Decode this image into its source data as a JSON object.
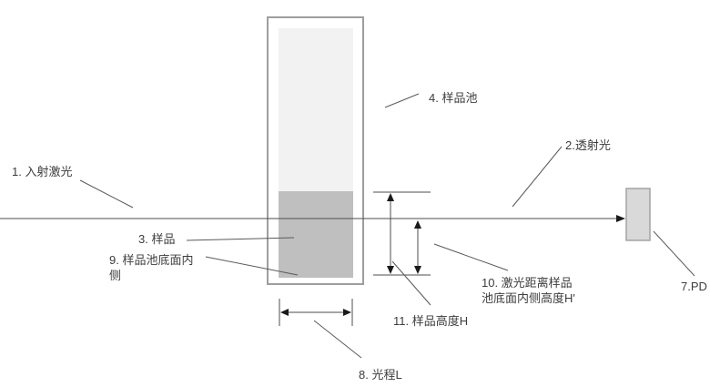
{
  "diagram": {
    "description_labels": {
      "incident_laser": "1. 入射激光",
      "transmitted_light": "2.透射光",
      "sample": "3. 样品",
      "sample_cell": "4. 样品池",
      "pd": "7.PD",
      "optical_path": "8. 光程L",
      "cell_bottom_inner_line1": "9. 样品池底面内",
      "cell_bottom_inner_line2": "侧",
      "laser_height_line1": "10. 激光距离样品",
      "laser_height_line2": "池底面内侧高度H'",
      "sample_height": "11. 样品高度H"
    },
    "colors": {
      "line": "#4d4d4d",
      "arrow": "#1a1a1a",
      "cuvette_border": "#9e9e9e",
      "cuvette_inner_fill": "#f2f2f2",
      "sample_fill": "#bfbfbf",
      "pd_fill": "#d9d9d9",
      "pd_border": "#a3a3a3",
      "text": "#3d3d3d",
      "background": "#ffffff"
    }
  }
}
